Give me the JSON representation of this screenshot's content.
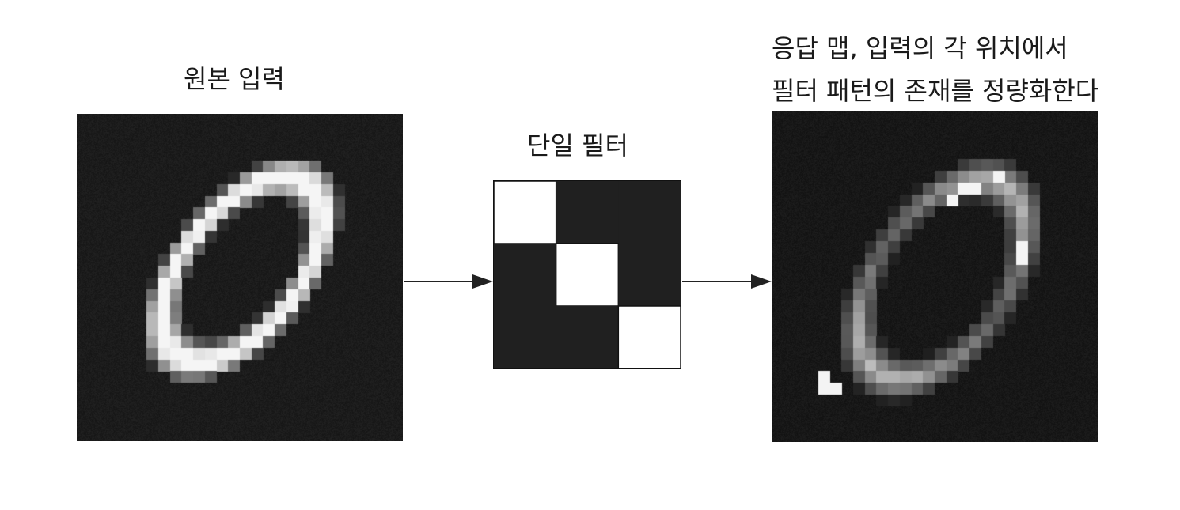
{
  "labels": {
    "input": "원본 입력",
    "filter": "단일 필터",
    "response_line1": "응답 맵, 입력의 각 위치에서",
    "response_line2": "필터 패턴의 존재를 정량화한다"
  },
  "filter": {
    "size": 3,
    "cells": [
      [
        1,
        0,
        0
      ],
      [
        0,
        1,
        0
      ],
      [
        0,
        0,
        1
      ]
    ]
  },
  "colors": {
    "background": "#1b1b1b",
    "stroke": "#f5f5f5",
    "filter_on": "#ffffff",
    "filter_off": "#202020"
  }
}
